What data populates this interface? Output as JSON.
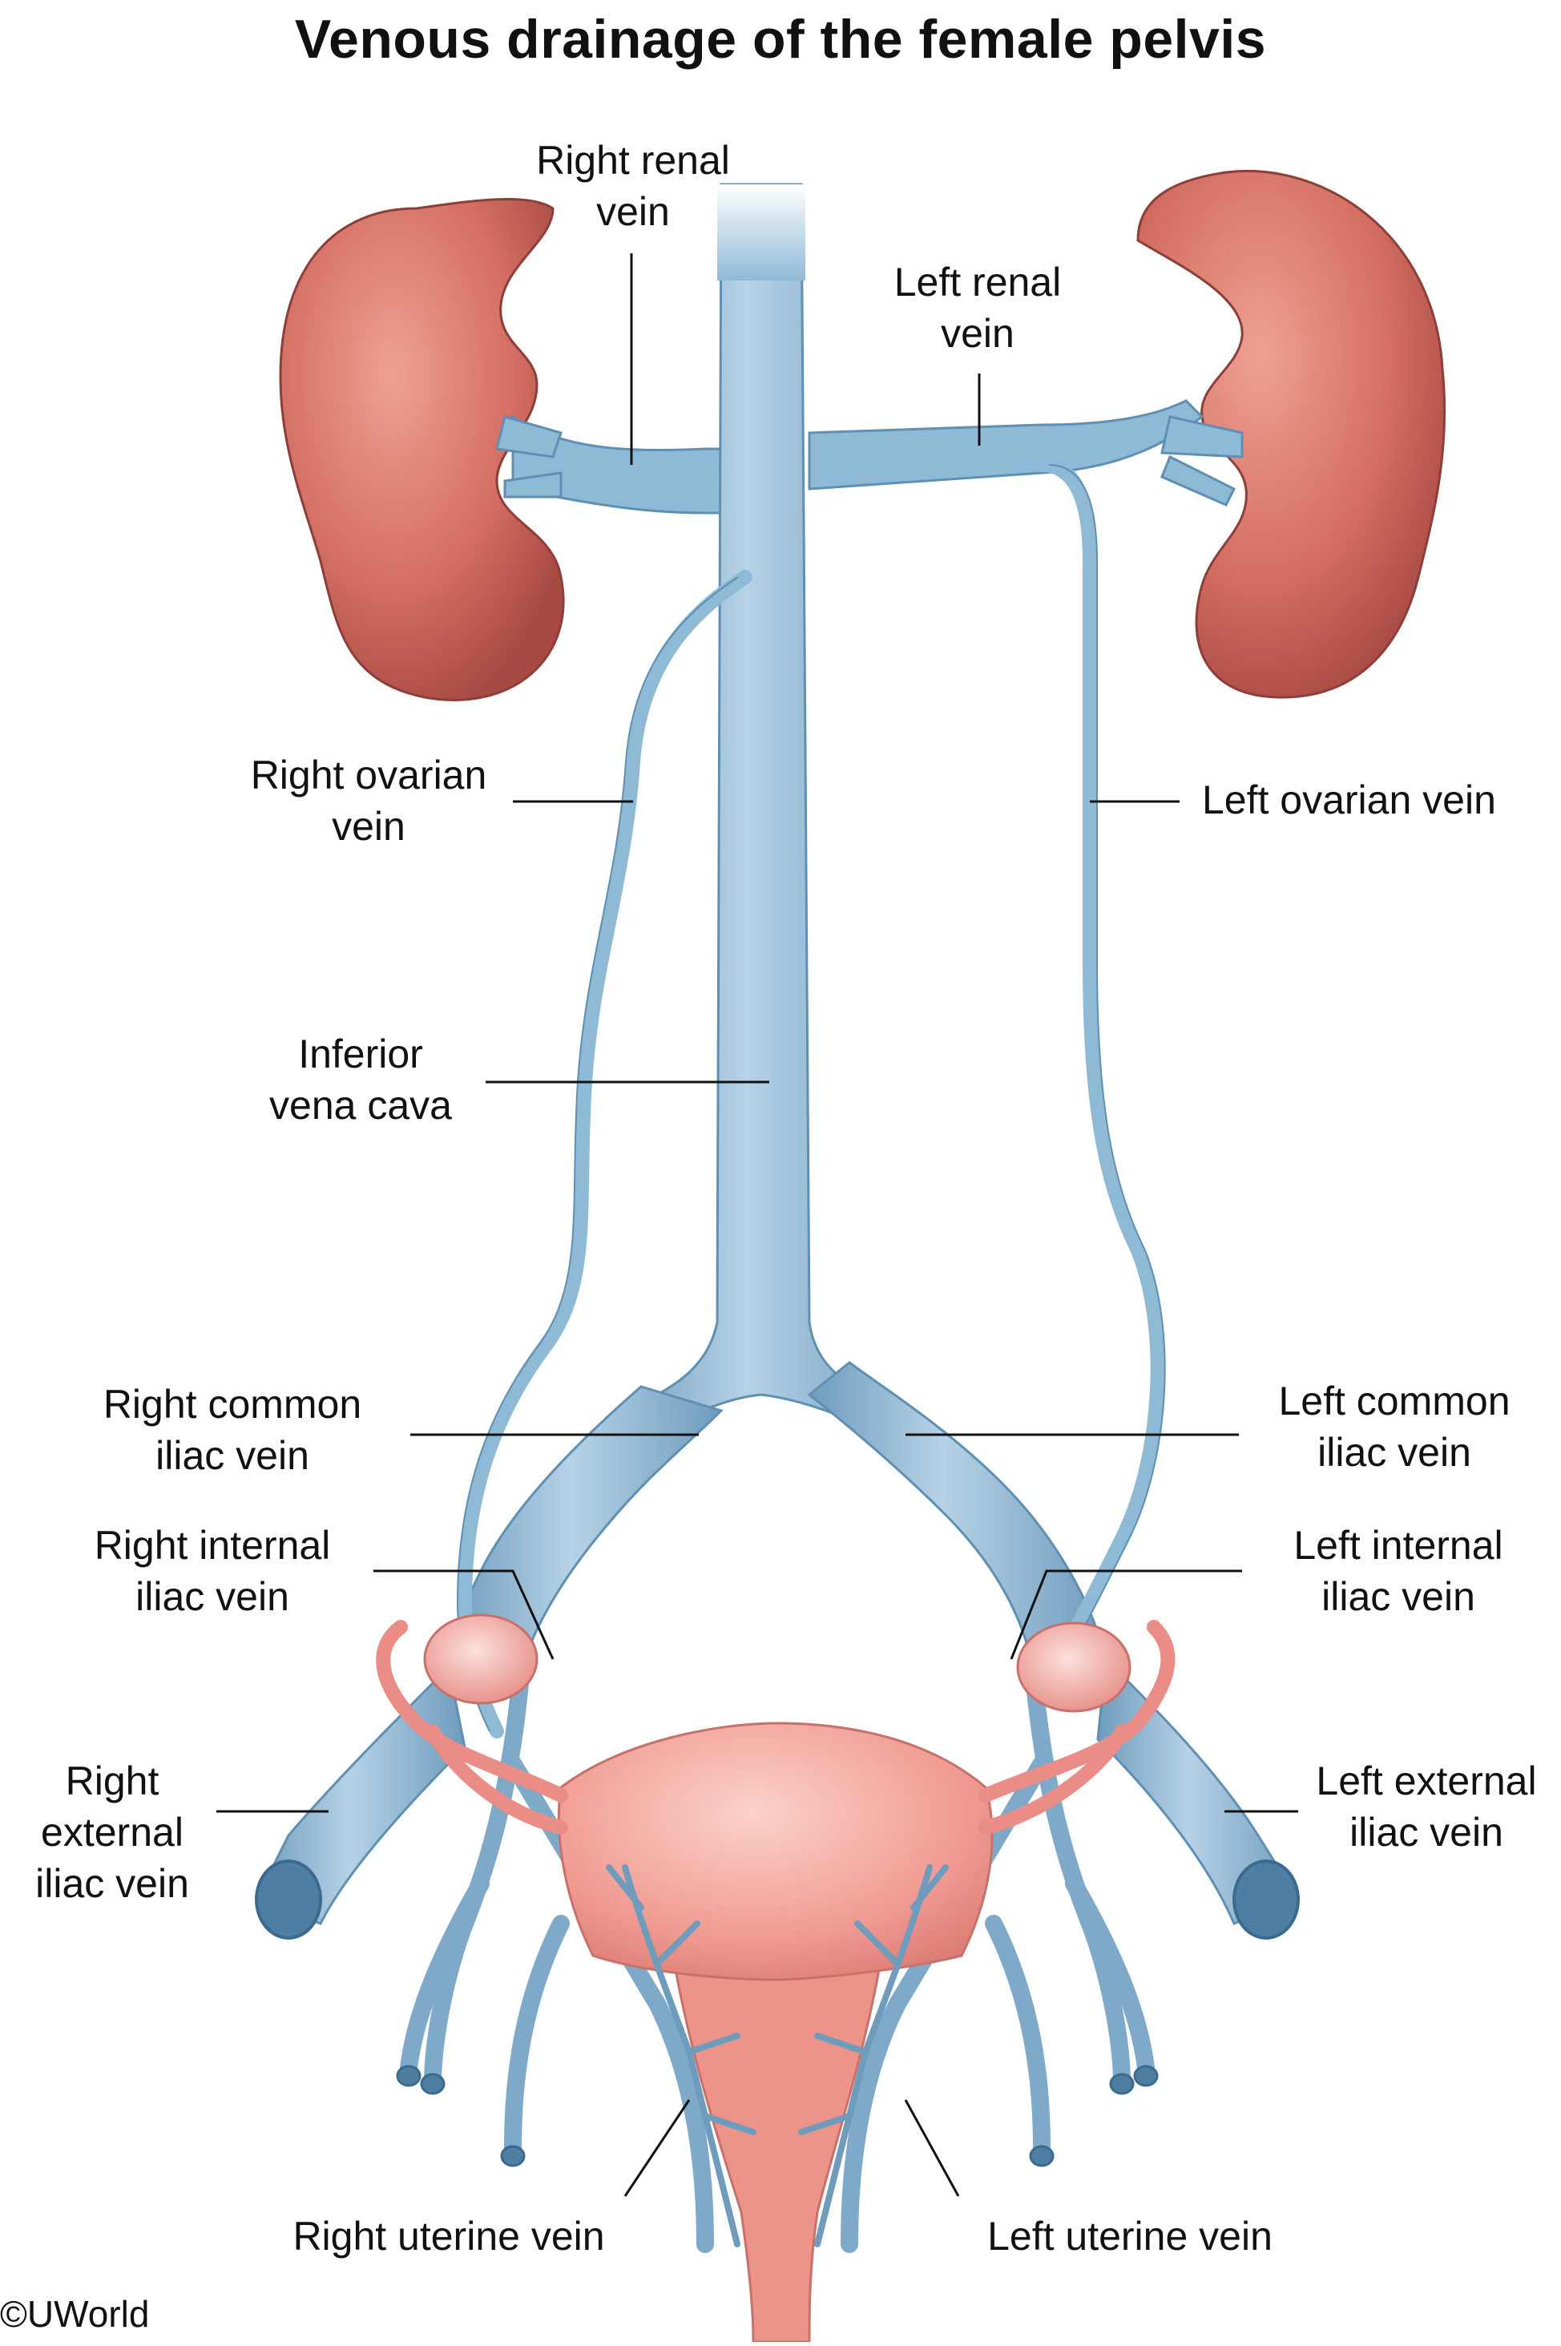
{
  "title": "Venous drainage of the female pelvis",
  "labels": {
    "right_renal": [
      "Right renal",
      "vein"
    ],
    "left_renal": [
      "Left renal",
      "vein"
    ],
    "right_ovarian": [
      "Right ovarian",
      "vein"
    ],
    "left_ovarian": [
      "Left ovarian vein"
    ],
    "ivc": [
      "Inferior",
      "vena cava"
    ],
    "right_common_iliac": [
      "Right common",
      "iliac vein"
    ],
    "left_common_iliac": [
      "Left common",
      "iliac vein"
    ],
    "right_internal_iliac": [
      "Right internal",
      "iliac vein"
    ],
    "left_internal_iliac": [
      "Left internal",
      "iliac vein"
    ],
    "right_external_iliac": [
      "Right",
      "external",
      "iliac vein"
    ],
    "left_external_iliac": [
      "Left external",
      "iliac vein"
    ],
    "right_uterine": [
      "Right uterine vein"
    ],
    "left_uterine": [
      "Left uterine vein"
    ]
  },
  "credit": "©UWorld",
  "colors": {
    "vein": "#8fbad6",
    "vein_dark": "#5f8fb3",
    "vein_light": "#c6dcea",
    "kidney": "#c9615a",
    "kidney_light": "#e69b8c",
    "uterus": "#f2a39b",
    "uterus_light": "#f8c9c1",
    "line": "#111111"
  }
}
